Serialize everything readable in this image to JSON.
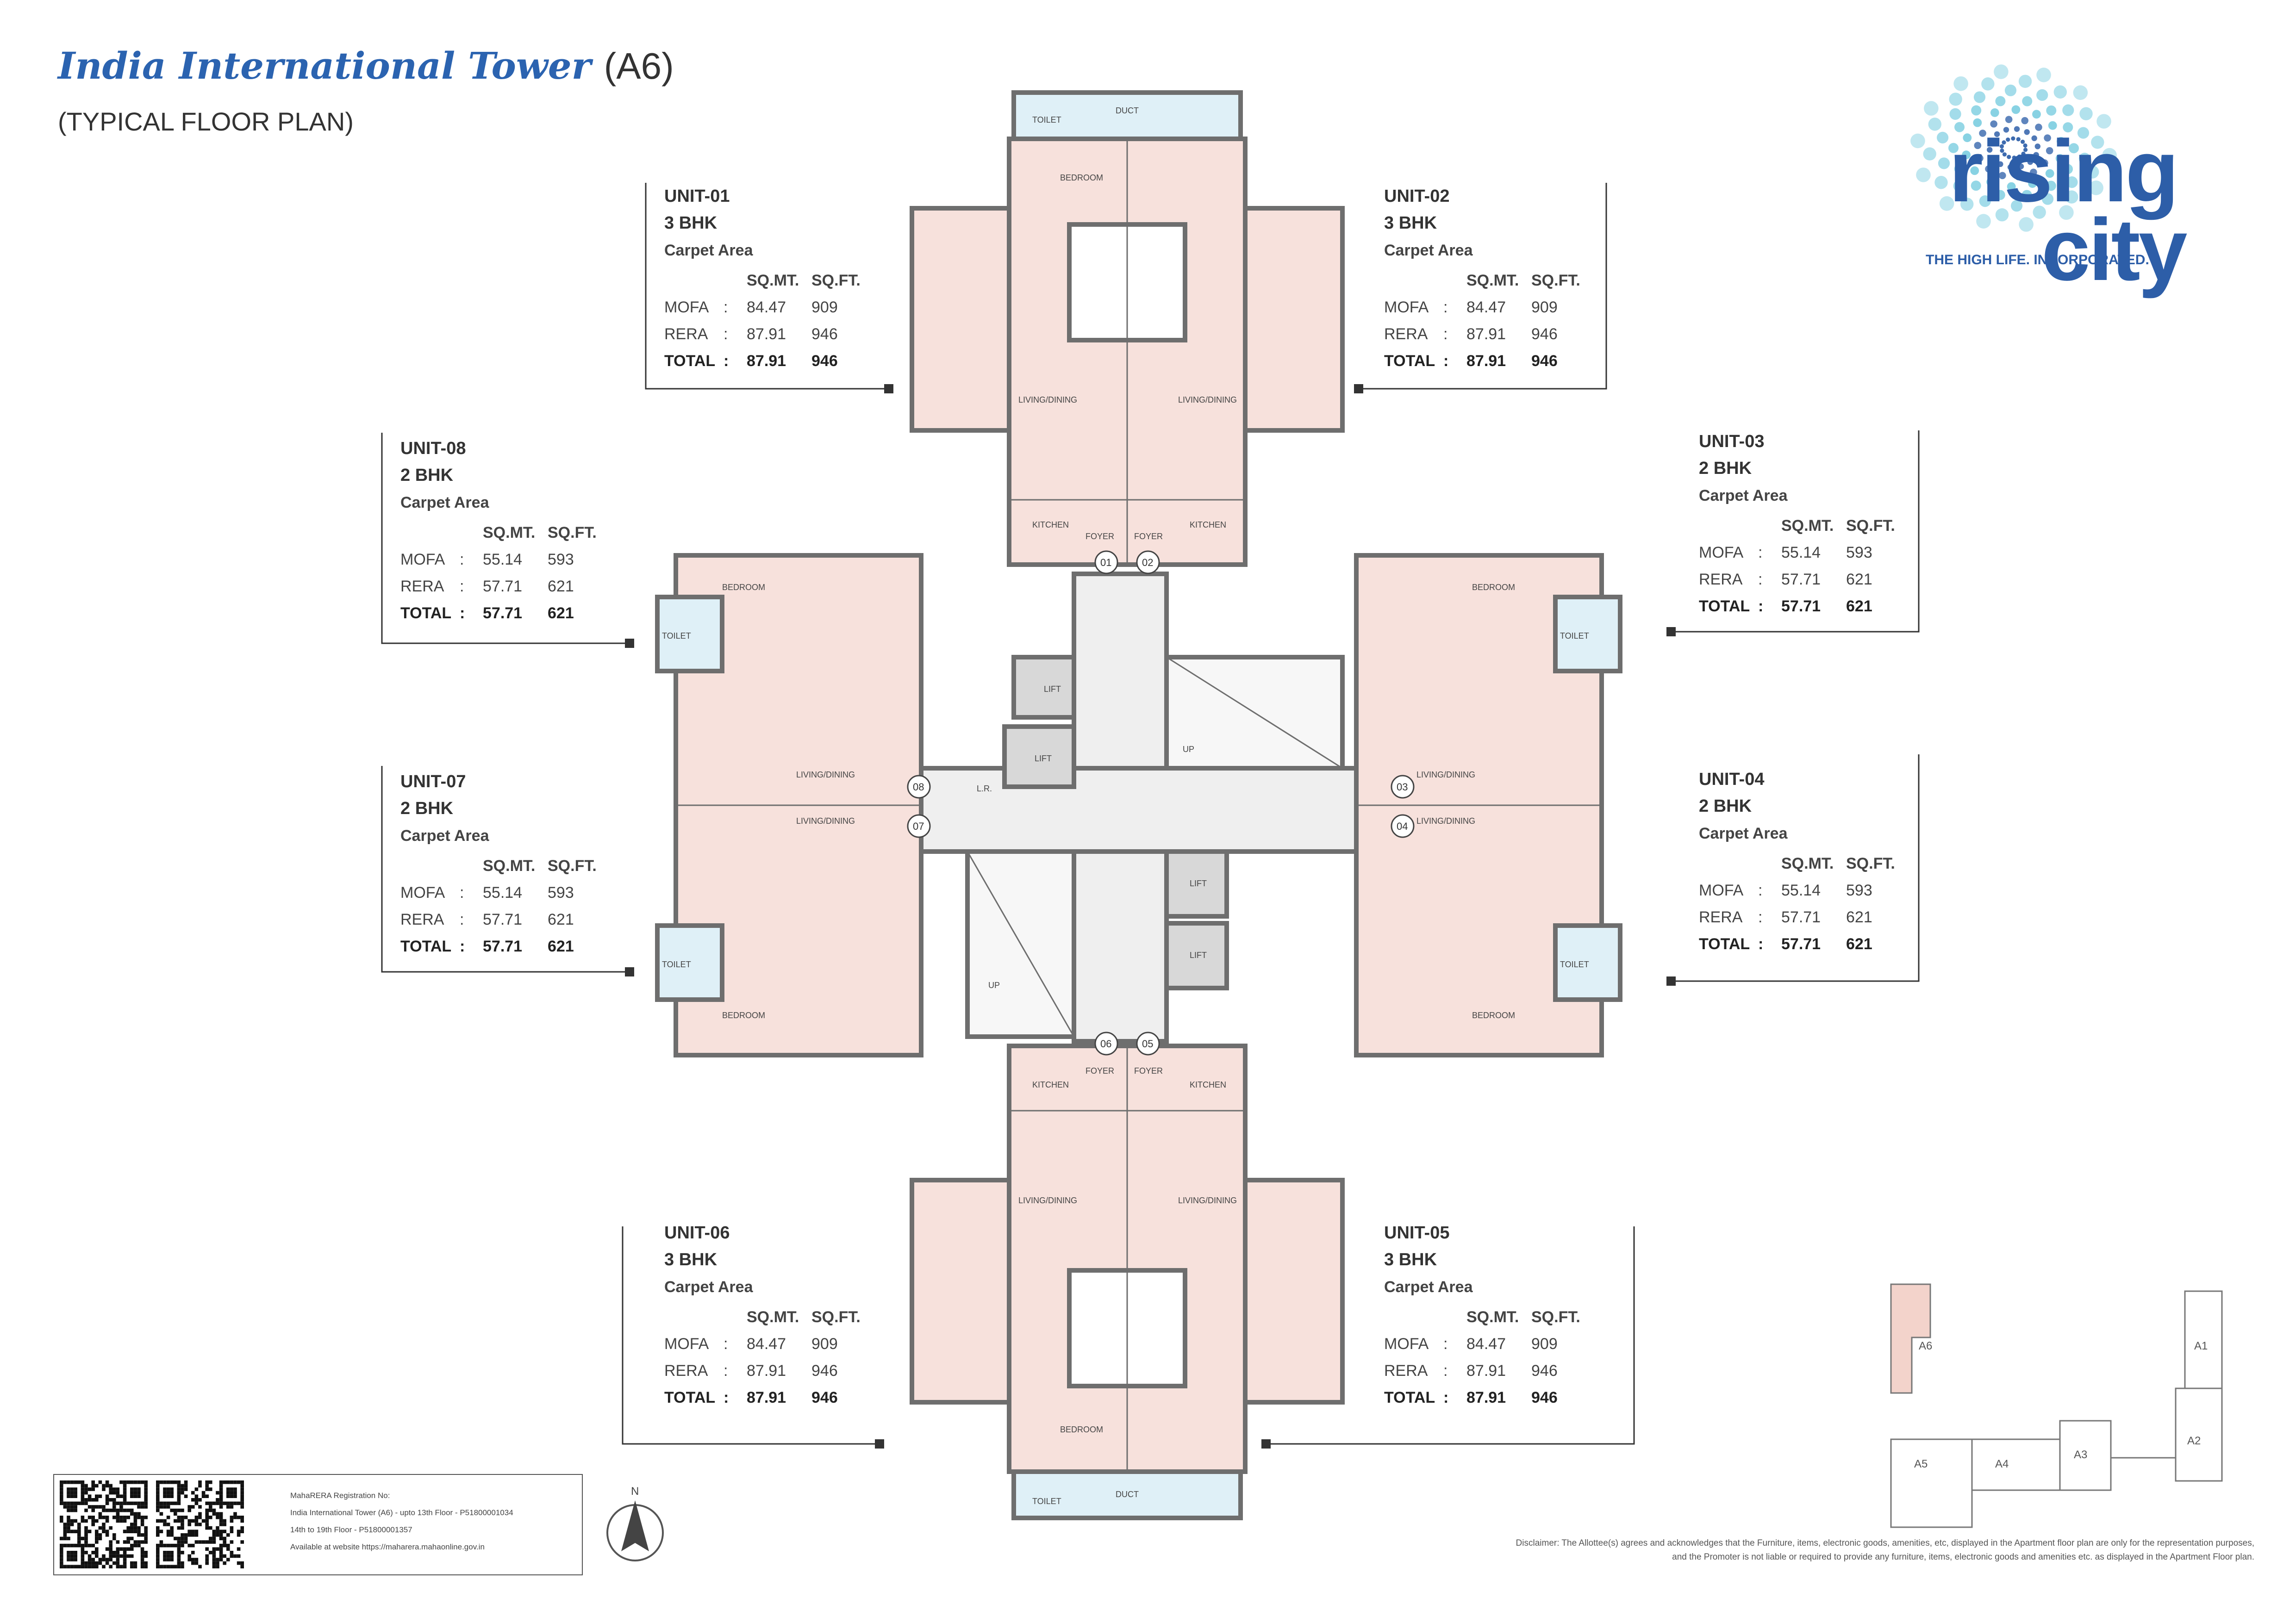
{
  "header": {
    "title": "India International Tower",
    "title_suffix": "(A6)",
    "subtitle": "(TYPICAL FLOOR PLAN)"
  },
  "logo": {
    "wordmark_line1": "rising",
    "wordmark_line2": "city",
    "tagline": "THE HIGH LIFE. INCORPORATED.",
    "brand_color": "#2d5ea8",
    "accent_color": "#4fbcd6"
  },
  "units": [
    {
      "name": "UNIT-01",
      "type": "3 BHK",
      "carpet": "Carpet Area",
      "col_mt": "SQ.MT.",
      "col_ft": "SQ.FT.",
      "rows": [
        {
          "label": "MOFA",
          "sep": ":",
          "mt": "84.47",
          "ft": "909"
        },
        {
          "label": "RERA",
          "sep": ":",
          "mt": "87.91",
          "ft": "946"
        }
      ],
      "total": {
        "label": "TOTAL",
        "sep": ":",
        "mt": "87.91",
        "ft": "946"
      }
    },
    {
      "name": "UNIT-02",
      "type": "3 BHK",
      "carpet": "Carpet Area",
      "col_mt": "SQ.MT.",
      "col_ft": "SQ.FT.",
      "rows": [
        {
          "label": "MOFA",
          "sep": ":",
          "mt": "84.47",
          "ft": "909"
        },
        {
          "label": "RERA",
          "sep": ":",
          "mt": "87.91",
          "ft": "946"
        }
      ],
      "total": {
        "label": "TOTAL",
        "sep": ":",
        "mt": "87.91",
        "ft": "946"
      }
    },
    {
      "name": "UNIT-03",
      "type": "2 BHK",
      "carpet": "Carpet Area",
      "col_mt": "SQ.MT.",
      "col_ft": "SQ.FT.",
      "rows": [
        {
          "label": "MOFA",
          "sep": ":",
          "mt": "55.14",
          "ft": "593"
        },
        {
          "label": "RERA",
          "sep": ":",
          "mt": "57.71",
          "ft": "621"
        }
      ],
      "total": {
        "label": "TOTAL",
        "sep": ":",
        "mt": "57.71",
        "ft": "621"
      }
    },
    {
      "name": "UNIT-04",
      "type": "2 BHK",
      "carpet": "Carpet Area",
      "col_mt": "SQ.MT.",
      "col_ft": "SQ.FT.",
      "rows": [
        {
          "label": "MOFA",
          "sep": ":",
          "mt": "55.14",
          "ft": "593"
        },
        {
          "label": "RERA",
          "sep": ":",
          "mt": "57.71",
          "ft": "621"
        }
      ],
      "total": {
        "label": "TOTAL",
        "sep": ":",
        "mt": "57.71",
        "ft": "621"
      }
    },
    {
      "name": "UNIT-05",
      "type": "3 BHK",
      "carpet": "Carpet Area",
      "col_mt": "SQ.MT.",
      "col_ft": "SQ.FT.",
      "rows": [
        {
          "label": "MOFA",
          "sep": ":",
          "mt": "84.47",
          "ft": "909"
        },
        {
          "label": "RERA",
          "sep": ":",
          "mt": "87.91",
          "ft": "946"
        }
      ],
      "total": {
        "label": "TOTAL",
        "sep": ":",
        "mt": "87.91",
        "ft": "946"
      }
    },
    {
      "name": "UNIT-06",
      "type": "3 BHK",
      "carpet": "Carpet Area",
      "col_mt": "SQ.MT.",
      "col_ft": "SQ.FT.",
      "rows": [
        {
          "label": "MOFA",
          "sep": ":",
          "mt": "84.47",
          "ft": "909"
        },
        {
          "label": "RERA",
          "sep": ":",
          "mt": "87.91",
          "ft": "946"
        }
      ],
      "total": {
        "label": "TOTAL",
        "sep": ":",
        "mt": "87.91",
        "ft": "946"
      }
    },
    {
      "name": "UNIT-07",
      "type": "2 BHK",
      "carpet": "Carpet Area",
      "col_mt": "SQ.MT.",
      "col_ft": "SQ.FT.",
      "rows": [
        {
          "label": "MOFA",
          "sep": ":",
          "mt": "55.14",
          "ft": "593"
        },
        {
          "label": "RERA",
          "sep": ":",
          "mt": "57.71",
          "ft": "621"
        }
      ],
      "total": {
        "label": "TOTAL",
        "sep": ":",
        "mt": "57.71",
        "ft": "621"
      }
    },
    {
      "name": "UNIT-08",
      "type": "2 BHK",
      "carpet": "Carpet Area",
      "col_mt": "SQ.MT.",
      "col_ft": "SQ.FT.",
      "rows": [
        {
          "label": "MOFA",
          "sep": ":",
          "mt": "55.14",
          "ft": "593"
        },
        {
          "label": "RERA",
          "sep": ":",
          "mt": "57.71",
          "ft": "621"
        }
      ],
      "total": {
        "label": "TOTAL",
        "sep": ":",
        "mt": "57.71",
        "ft": "621"
      }
    }
  ],
  "plan": {
    "unit_numbers": [
      "01",
      "02",
      "03",
      "04",
      "05",
      "06",
      "07",
      "08"
    ],
    "lift_label": "LIFT",
    "up_label": "UP",
    "lobby_label": "L.R.",
    "duct_label": "DUCT",
    "kitchen_label": "KITCHEN",
    "living_label": "LIVING/DINING",
    "bedroom_label": "BEDROOM",
    "toilet_label": "TOILET",
    "foyer_label": "FOYER",
    "north_label": "N",
    "wall_color": "#6e6e6e",
    "room_fill": "#f7e1dc",
    "wet_fill": "#dff0f7",
    "core_fill": "#efefef"
  },
  "site_plan": {
    "towers": [
      "A6",
      "A1",
      "A2",
      "A3",
      "A4",
      "A5"
    ],
    "highlight": "A6",
    "highlight_color": "#f3d3cb"
  },
  "registration": {
    "line1": "MahaRERA Registration No:",
    "line2": "India International Tower (A6) - upto 13th Floor - P51800001034",
    "line3": "14th to 19th Floor - P51800001357",
    "line4": "Available at website https://maharera.mahaonline.gov.in"
  },
  "disclaimer": {
    "line1": "Disclaimer: The Allottee(s) agrees and acknowledges that the Furniture, items, electronic goods, amenities, etc, displayed in the Apartment floor plan are only for the representation purposes,",
    "line2": "and the Promoter is not liable or required to provide any furniture, items, electronic goods and amenities etc. as displayed in the Apartment Floor plan."
  }
}
